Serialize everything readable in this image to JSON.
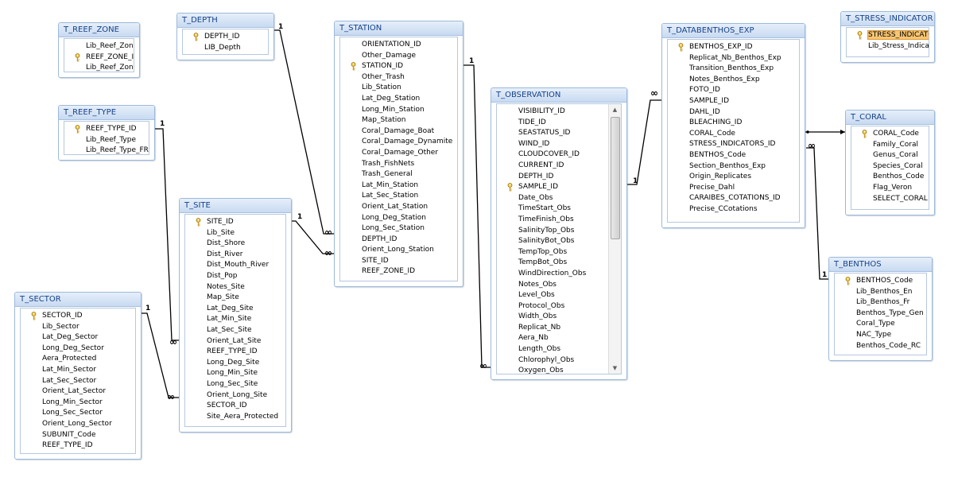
{
  "tables": [
    {
      "id": "t_reef_zone",
      "title": "T_REEF_ZONE",
      "fields": [
        {
          "name": "Lib_Reef_Zone_Fr",
          "pk": false
        },
        {
          "name": "REEF_ZONE_ID",
          "pk": true
        },
        {
          "name": "Lib_Reef_Zone",
          "pk": false
        }
      ]
    },
    {
      "id": "t_depth",
      "title": "T_DEPTH",
      "fields": [
        {
          "name": "DEPTH_ID",
          "pk": true
        },
        {
          "name": "LIB_Depth",
          "pk": false
        }
      ]
    },
    {
      "id": "t_reef_type",
      "title": "T_REEF_TYPE",
      "fields": [
        {
          "name": "REEF_TYPE_ID",
          "pk": true
        },
        {
          "name": "Lib_Reef_Type",
          "pk": false
        },
        {
          "name": "Lib_Reef_Type_FR",
          "pk": false
        }
      ]
    },
    {
      "id": "t_sector",
      "title": "T_SECTOR",
      "fields": [
        {
          "name": "SECTOR_ID",
          "pk": true
        },
        {
          "name": "Lib_Sector",
          "pk": false
        },
        {
          "name": "Lat_Deg_Sector",
          "pk": false
        },
        {
          "name": "Long_Deg_Sector",
          "pk": false
        },
        {
          "name": "Aera_Protected",
          "pk": false
        },
        {
          "name": "Lat_Min_Sector",
          "pk": false
        },
        {
          "name": "Lat_Sec_Sector",
          "pk": false
        },
        {
          "name": "Orient_Lat_Sector",
          "pk": false
        },
        {
          "name": "Long_Min_Sector",
          "pk": false
        },
        {
          "name": "Long_Sec_Sector",
          "pk": false
        },
        {
          "name": "Orient_Long_Sector",
          "pk": false
        },
        {
          "name": "SUBUNIT_Code",
          "pk": false
        },
        {
          "name": "REEF_TYPE_ID",
          "pk": false
        }
      ]
    },
    {
      "id": "t_site",
      "title": "T_SITE",
      "fields": [
        {
          "name": "SITE_ID",
          "pk": true
        },
        {
          "name": "Lib_Site",
          "pk": false
        },
        {
          "name": "Dist_Shore",
          "pk": false
        },
        {
          "name": "Dist_River",
          "pk": false
        },
        {
          "name": "Dist_Mouth_River",
          "pk": false
        },
        {
          "name": "Dist_Pop",
          "pk": false
        },
        {
          "name": "Notes_Site",
          "pk": false
        },
        {
          "name": "Map_Site",
          "pk": false
        },
        {
          "name": "Lat_Deg_Site",
          "pk": false
        },
        {
          "name": "Lat_Min_Site",
          "pk": false
        },
        {
          "name": "Lat_Sec_Site",
          "pk": false
        },
        {
          "name": "Orient_Lat_Site",
          "pk": false
        },
        {
          "name": "REEF_TYPE_ID",
          "pk": false
        },
        {
          "name": "Long_Deg_Site",
          "pk": false
        },
        {
          "name": "Long_Min_Site",
          "pk": false
        },
        {
          "name": "Long_Sec_Site",
          "pk": false
        },
        {
          "name": "Orient_Long_Site",
          "pk": false
        },
        {
          "name": "SECTOR_ID",
          "pk": false
        },
        {
          "name": "Site_Aera_Protected",
          "pk": false
        }
      ]
    },
    {
      "id": "t_station",
      "title": "T_STATION",
      "fields": [
        {
          "name": "ORIENTATION_ID",
          "pk": false
        },
        {
          "name": "Other_Damage",
          "pk": false
        },
        {
          "name": "STATION_ID",
          "pk": true
        },
        {
          "name": "Other_Trash",
          "pk": false
        },
        {
          "name": "Lib_Station",
          "pk": false
        },
        {
          "name": "Lat_Deg_Station",
          "pk": false
        },
        {
          "name": "Long_Min_Station",
          "pk": false
        },
        {
          "name": "Map_Station",
          "pk": false
        },
        {
          "name": "Coral_Damage_Boat",
          "pk": false
        },
        {
          "name": "Coral_Damage_Dynamite",
          "pk": false
        },
        {
          "name": "Coral_Damage_Other",
          "pk": false
        },
        {
          "name": "Trash_FishNets",
          "pk": false
        },
        {
          "name": "Trash_General",
          "pk": false
        },
        {
          "name": "Lat_Min_Station",
          "pk": false
        },
        {
          "name": "Lat_Sec_Station",
          "pk": false
        },
        {
          "name": "Orient_Lat_Station",
          "pk": false
        },
        {
          "name": "Long_Deg_Station",
          "pk": false
        },
        {
          "name": "Long_Sec_Station",
          "pk": false
        },
        {
          "name": "DEPTH_ID",
          "pk": false
        },
        {
          "name": "Orient_Long_Station",
          "pk": false
        },
        {
          "name": "SITE_ID",
          "pk": false
        },
        {
          "name": "REEF_ZONE_ID",
          "pk": false
        }
      ]
    },
    {
      "id": "t_observation",
      "title": "T_OBSERVATION",
      "scroll": true,
      "fields": [
        {
          "name": "VISIBILITY_ID",
          "pk": false
        },
        {
          "name": "TIDE_ID",
          "pk": false
        },
        {
          "name": "SEASTATUS_ID",
          "pk": false
        },
        {
          "name": "WIND_ID",
          "pk": false
        },
        {
          "name": "CLOUDCOVER_ID",
          "pk": false
        },
        {
          "name": "CURRENT_ID",
          "pk": false
        },
        {
          "name": "DEPTH_ID",
          "pk": false
        },
        {
          "name": "SAMPLE_ID",
          "pk": true
        },
        {
          "name": "Date_Obs",
          "pk": false
        },
        {
          "name": "TimeStart_Obs",
          "pk": false
        },
        {
          "name": "TimeFinish_Obs",
          "pk": false
        },
        {
          "name": "SalinityTop_Obs",
          "pk": false
        },
        {
          "name": "SalinityBot_Obs",
          "pk": false
        },
        {
          "name": "TempTop_Obs",
          "pk": false
        },
        {
          "name": "TempBot_Obs",
          "pk": false
        },
        {
          "name": "WindDirection_Obs",
          "pk": false
        },
        {
          "name": "Notes_Obs",
          "pk": false
        },
        {
          "name": "Level_Obs",
          "pk": false
        },
        {
          "name": "Protocol_Obs",
          "pk": false
        },
        {
          "name": "Width_Obs",
          "pk": false
        },
        {
          "name": "Replicat_Nb",
          "pk": false
        },
        {
          "name": "Aera_Nb",
          "pk": false
        },
        {
          "name": "Length_Obs",
          "pk": false
        },
        {
          "name": "Chlorophyl_Obs",
          "pk": false
        },
        {
          "name": "Oxygen_Obs",
          "pk": false
        }
      ]
    },
    {
      "id": "t_databenthos_exp",
      "title": "T_DATABENTHOS_EXP",
      "fields": [
        {
          "name": "BENTHOS_EXP_ID",
          "pk": true
        },
        {
          "name": "Replicat_Nb_Benthos_Exp",
          "pk": false
        },
        {
          "name": "Transition_Benthos_Exp",
          "pk": false
        },
        {
          "name": "Notes_Benthos_Exp",
          "pk": false
        },
        {
          "name": "FOTO_ID",
          "pk": false
        },
        {
          "name": "SAMPLE_ID",
          "pk": false
        },
        {
          "name": "DAHL_ID",
          "pk": false
        },
        {
          "name": "BLEACHING_ID",
          "pk": false
        },
        {
          "name": "CORAL_Code",
          "pk": false
        },
        {
          "name": "STRESS_INDICATORS_ID",
          "pk": false
        },
        {
          "name": "BENTHOS_Code",
          "pk": false
        },
        {
          "name": "Section_Benthos_Exp",
          "pk": false
        },
        {
          "name": "Origin_Replicates",
          "pk": false
        },
        {
          "name": "Precise_Dahl",
          "pk": false
        },
        {
          "name": "CARAIBES_COTATIONS_ID",
          "pk": false
        },
        {
          "name": "Precise_CCotations",
          "pk": false
        }
      ]
    },
    {
      "id": "t_stress_indicator",
      "title": "T_STRESS_INDICATOR",
      "fields": [
        {
          "name": "STRESS_INDICATOR",
          "pk": true,
          "selected": true
        },
        {
          "name": "Lib_Stress_Indicato",
          "pk": false
        }
      ]
    },
    {
      "id": "t_coral",
      "title": "T_CORAL",
      "fields": [
        {
          "name": "CORAL_Code",
          "pk": true
        },
        {
          "name": "Family_Coral",
          "pk": false
        },
        {
          "name": "Genus_Coral",
          "pk": false
        },
        {
          "name": "Species_Coral",
          "pk": false
        },
        {
          "name": "Benthos_Code",
          "pk": false
        },
        {
          "name": "Flag_Veron",
          "pk": false
        },
        {
          "name": "SELECT_CORAL",
          "pk": false
        }
      ]
    },
    {
      "id": "t_benthos",
      "title": "T_BENTHOS",
      "fields": [
        {
          "name": "BENTHOS_Code",
          "pk": true
        },
        {
          "name": "Lib_Benthos_En",
          "pk": false
        },
        {
          "name": "Lib_Benthos_Fr",
          "pk": false
        },
        {
          "name": "Benthos_Type_Gen",
          "pk": false
        },
        {
          "name": "Coral_Type",
          "pk": false
        },
        {
          "name": "NAC_Type",
          "pk": false
        },
        {
          "name": "Benthos_Code_RC",
          "pk": false
        }
      ]
    }
  ],
  "relationships": [
    {
      "id": "rel-depth-station",
      "one_label": "1",
      "many_label": "∞"
    },
    {
      "id": "rel-site-station",
      "one_label": "1",
      "many_label": "∞"
    },
    {
      "id": "rel-reeftype-site",
      "one_label": "1",
      "many_label": "∞"
    },
    {
      "id": "rel-sector-site",
      "one_label": "1",
      "many_label": "∞"
    },
    {
      "id": "rel-station-observation",
      "one_label": "1",
      "many_label": "∞"
    },
    {
      "id": "rel-observation-databenthos",
      "one_label": "1",
      "many_label": "∞"
    },
    {
      "id": "rel-databenthos-coral",
      "one_label": "",
      "many_label": ""
    },
    {
      "id": "rel-coral-benthos",
      "one_label": "1",
      "many_label": "∞"
    }
  ]
}
